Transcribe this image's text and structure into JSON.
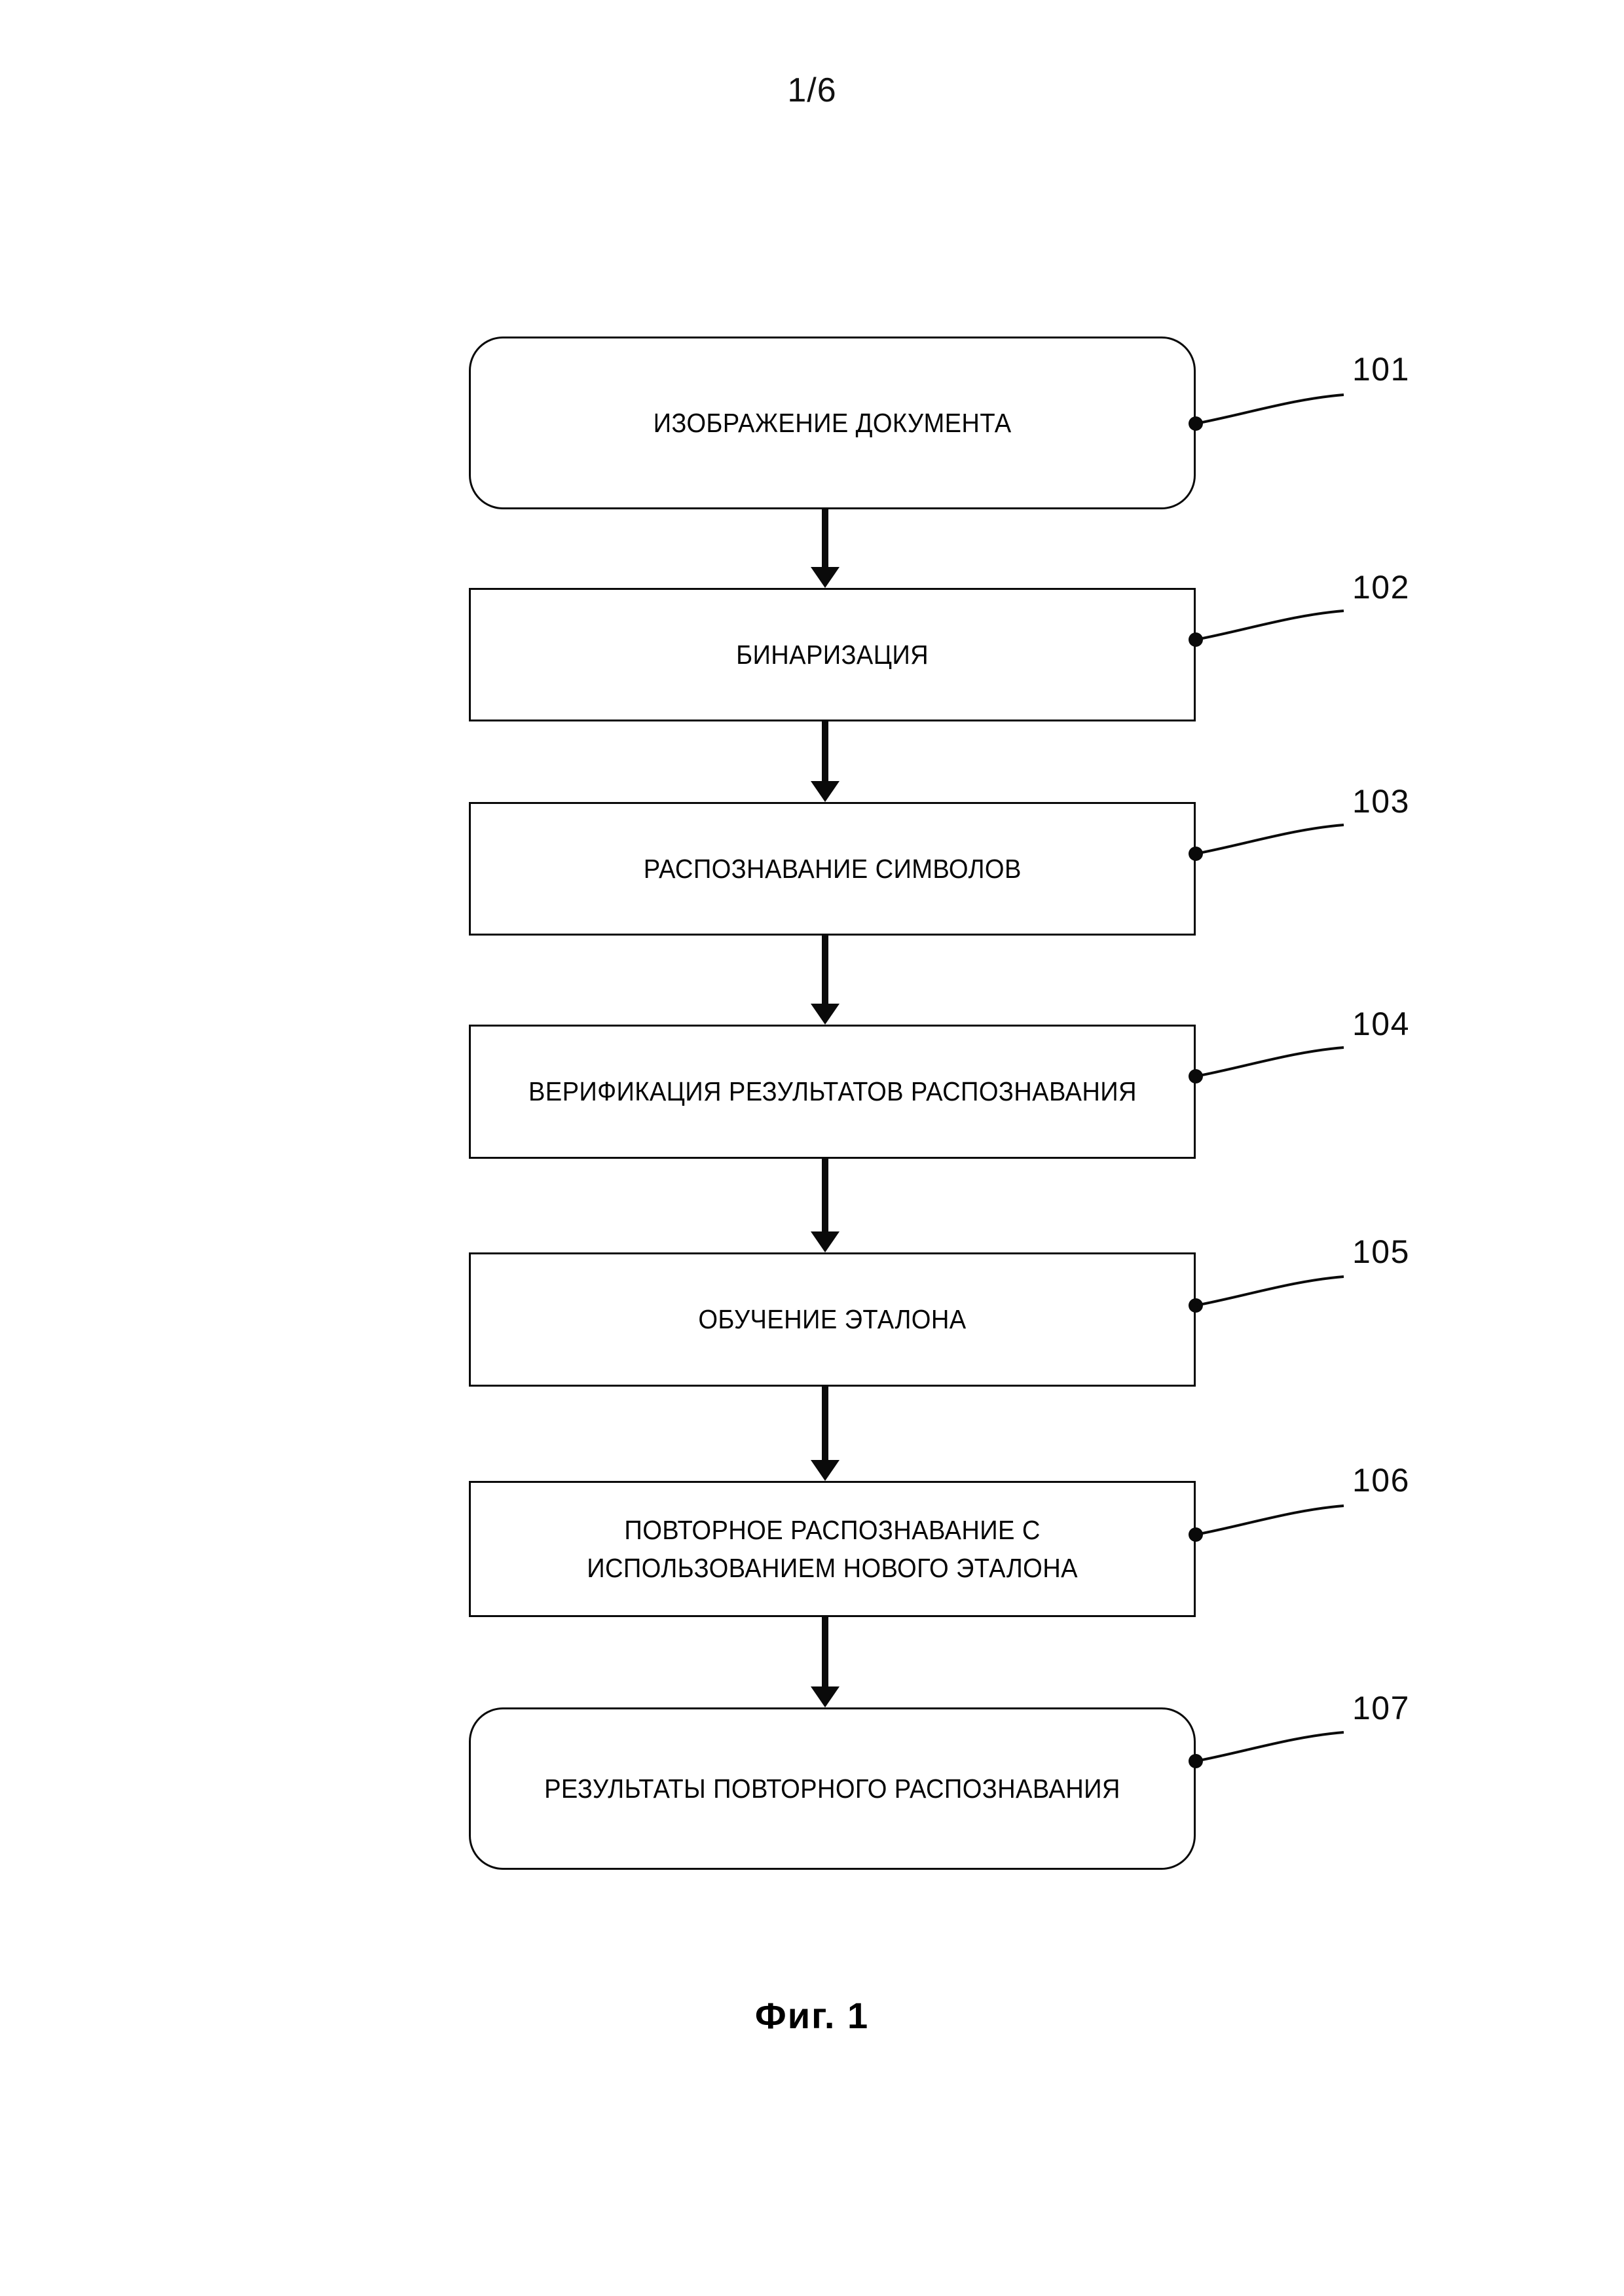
{
  "page": {
    "page_number": "1/6",
    "figure_caption": "Фиг.  1",
    "background_color": "#ffffff",
    "ink_color": "#0a0a0a"
  },
  "flowchart": {
    "type": "flowchart",
    "orientation": "vertical-top-to-bottom",
    "nodes": [
      {
        "ref": "101",
        "shape": "rounded-rectangle",
        "label": "ИЗОБРАЖЕНИЕ ДОКУМЕНТА",
        "lines": [
          "ИЗОБРАЖЕНИЕ ДОКУМЕНТА"
        ]
      },
      {
        "ref": "102",
        "shape": "rectangle",
        "label": "БИНАРИЗАЦИЯ",
        "lines": [
          "БИНАРИЗАЦИЯ"
        ]
      },
      {
        "ref": "103",
        "shape": "rectangle",
        "label": "РАСПОЗНАВАНИЕ СИМВОЛОВ",
        "lines": [
          "РАСПОЗНАВАНИЕ СИМВОЛОВ"
        ]
      },
      {
        "ref": "104",
        "shape": "rectangle",
        "label": "ВЕРИФИКАЦИЯ РЕЗУЛЬТАТОВ РАСПОЗНАВАНИЯ",
        "lines": [
          "ВЕРИФИКАЦИЯ РЕЗУЛЬТАТОВ РАСПОЗНАВАНИЯ"
        ]
      },
      {
        "ref": "105",
        "shape": "rectangle",
        "label": "ОБУЧЕНИЕ ЭТАЛОНА",
        "lines": [
          "ОБУЧЕНИЕ ЭТАЛОНА"
        ]
      },
      {
        "ref": "106",
        "shape": "rectangle",
        "label": "ПОВТОРНОЕ РАСПОЗНАВАНИЕ С\nИСПОЛЬЗОВАНИЕМ НОВОГО ЭТАЛОНА",
        "lines": [
          "ПОВТОРНОЕ РАСПОЗНАВАНИЕ С",
          "ИСПОЛЬЗОВАНИЕМ НОВОГО ЭТАЛОНА"
        ]
      },
      {
        "ref": "107",
        "shape": "rounded-rectangle",
        "label": "РЕЗУЛЬТАТЫ ПОВТОРНОГО РАСПОЗНАВАНИЯ",
        "lines": [
          "РЕЗУЛЬТАТЫ ПОВТОРНОГО РАСПОЗНАВАНИЯ"
        ]
      }
    ],
    "edges": [
      {
        "from": "101",
        "to": "102",
        "arrow": "down"
      },
      {
        "from": "102",
        "to": "103",
        "arrow": "down"
      },
      {
        "from": "103",
        "to": "104",
        "arrow": "down"
      },
      {
        "from": "104",
        "to": "105",
        "arrow": "down"
      },
      {
        "from": "105",
        "to": "106",
        "arrow": "down"
      },
      {
        "from": "106",
        "to": "107",
        "arrow": "down"
      }
    ]
  }
}
